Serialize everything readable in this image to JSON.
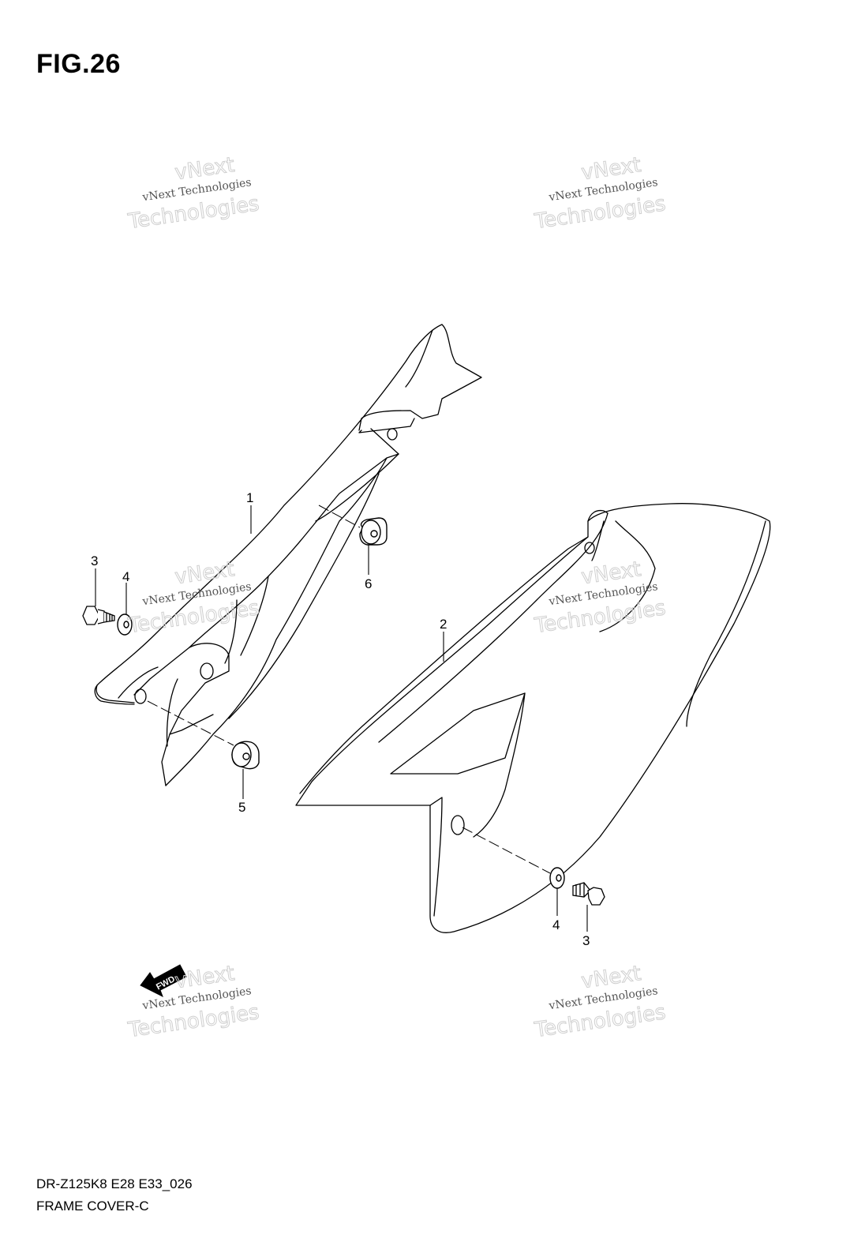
{
  "figure": {
    "title": "FIG.26"
  },
  "parts": {
    "label_1": "1",
    "label_2": "2",
    "label_3_left": "3",
    "label_3_right": "3",
    "label_4_left": "4",
    "label_4_right": "4",
    "label_5": "5",
    "label_6": "6"
  },
  "forward_arrow": {
    "label": "FWD",
    "icon": "forward-arrow-icon"
  },
  "watermark": {
    "line_small": "vNext Technologies",
    "word_top": "vNext",
    "word_bottom": "Technologies"
  },
  "footer": {
    "model_code": "DR-Z125K8 E28 E33_026",
    "section_name": "FRAME COVER-C"
  }
}
